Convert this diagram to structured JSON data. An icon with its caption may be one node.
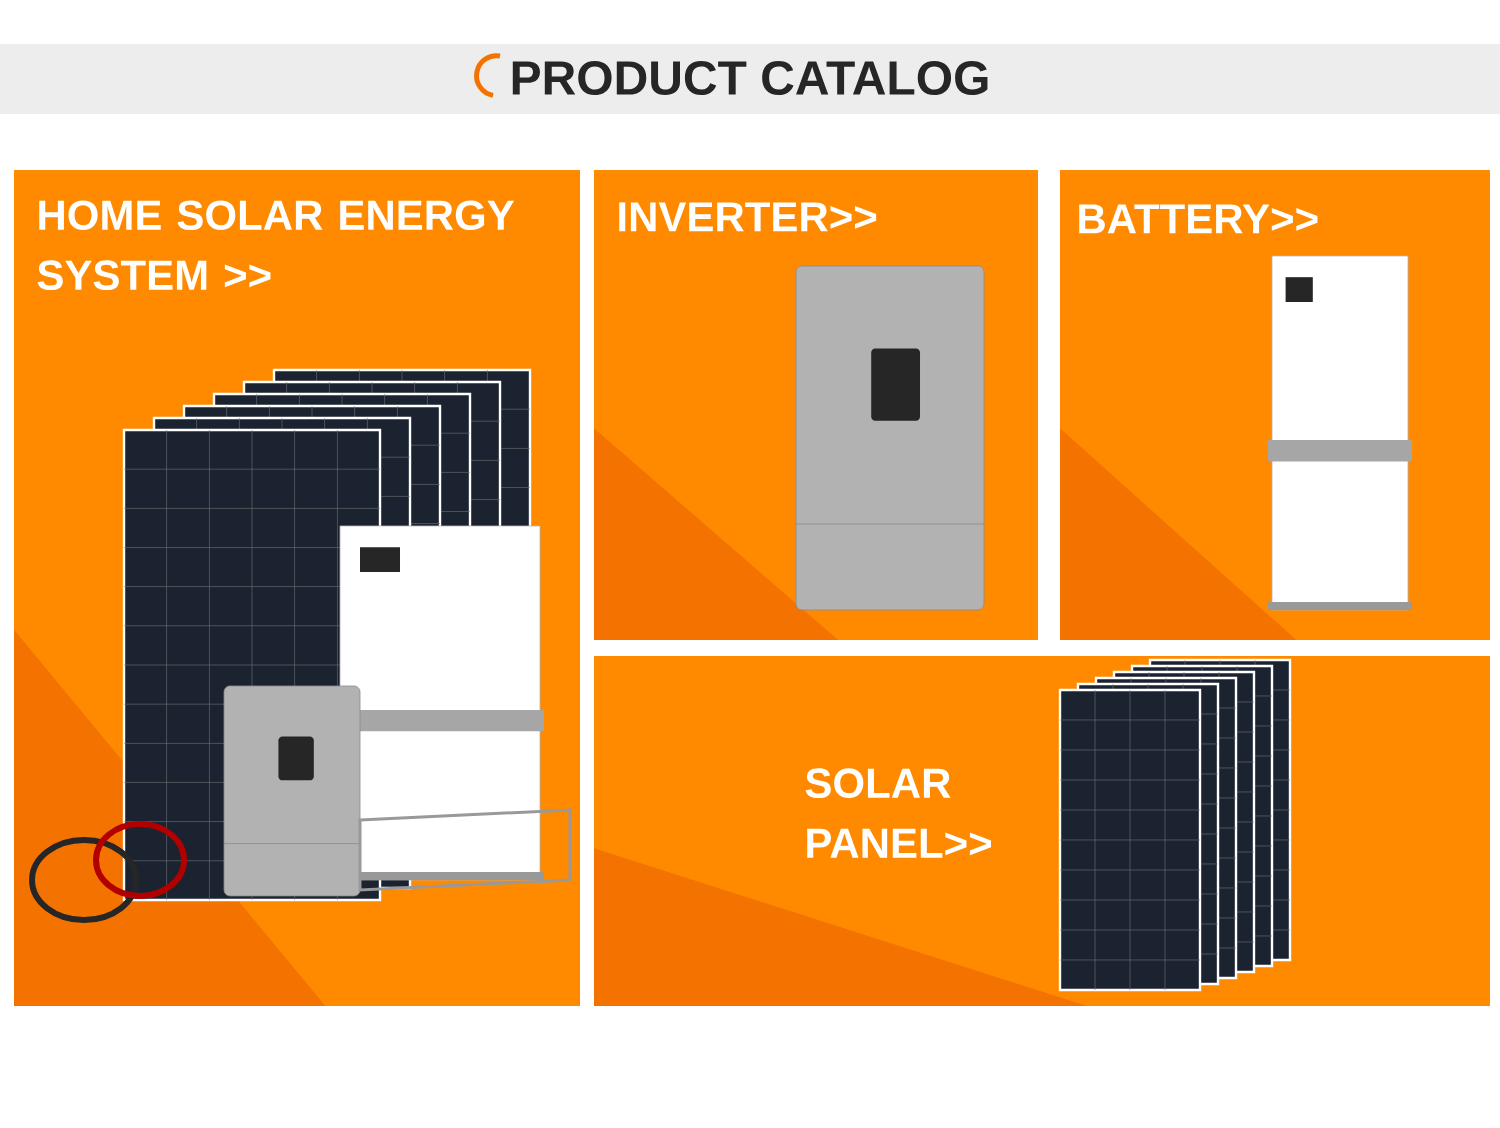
{
  "diagram": {
    "title": "PRODUCT CATALOG",
    "nodes": [
      {
        "text": [
          "HOME SOLAR ENERGY SYSTEM >>"
        ]
      },
      {
        "text": [
          "INVERTER>>"
        ]
      },
      {
        "text": [
          "BATTERY>>"
        ]
      },
      {
        "text": [
          "SOLAR PANEL>>"
        ]
      }
    ]
  }
}
